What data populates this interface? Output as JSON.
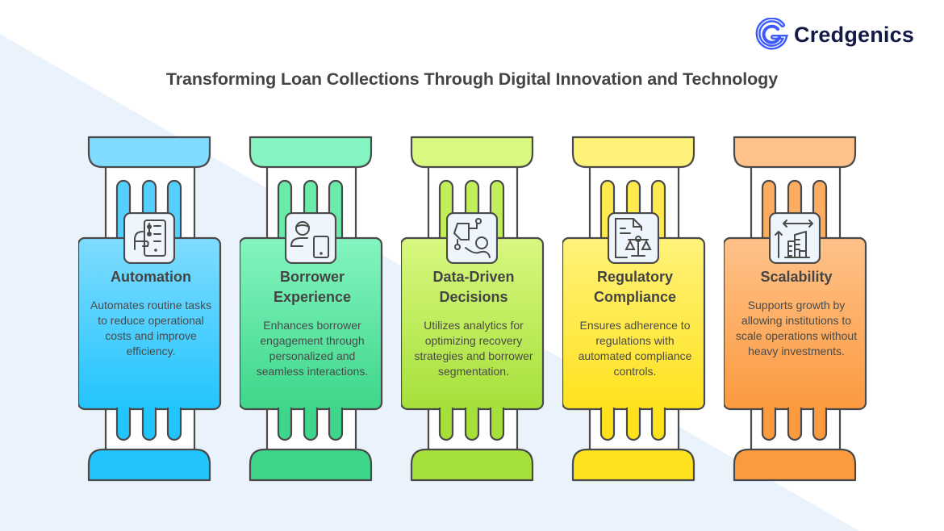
{
  "brand": {
    "name": "Credgenics",
    "logo_color": "#3d5afe",
    "text_color": "#141a46"
  },
  "title": "Transforming Loan Collections Through Digital Innovation and Technology",
  "background": {
    "base": "#ffffff",
    "triangle": "#eaf2fb"
  },
  "pillars": [
    {
      "title": "Automation",
      "description": "Automates routine tasks to reduce operational costs and improve efficiency.",
      "icon": "mobile-automation-icon",
      "color_light": "#7fdcff",
      "color_dark": "#22c4fd"
    },
    {
      "title": "Borrower Experience",
      "description": "Enhances borrower engagement through personalized and seamless interactions.",
      "icon": "person-with-phone-icon",
      "color_light": "#84f5c0",
      "color_dark": "#3ed68a"
    },
    {
      "title": "Data-Driven Decisions",
      "description": "Utilizes analytics for optimizing recovery strategies and borrower segmentation.",
      "icon": "data-flow-person-icon",
      "color_light": "#d8f880",
      "color_dark": "#a6e03a"
    },
    {
      "title": "Regulatory Compliance",
      "description": "Ensures adherence to regulations with automated compliance controls.",
      "icon": "document-scales-icon",
      "color_light": "#fff27a",
      "color_dark": "#ffe21e"
    },
    {
      "title": "Scalability",
      "description": "Supports growth by allowing institutions to scale operations without heavy investments.",
      "icon": "growth-building-icon",
      "color_light": "#ffc28a",
      "color_dark": "#fb9a3f"
    }
  ]
}
